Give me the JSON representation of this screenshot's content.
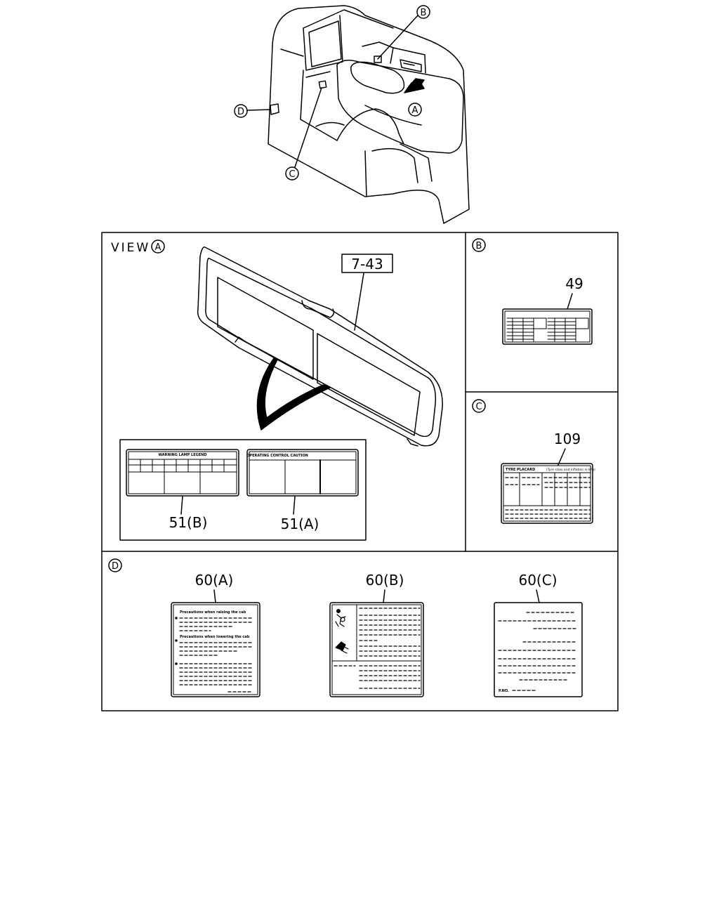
{
  "view_a": {
    "title": "VIEW",
    "circle": "A",
    "part_ref": "7-43",
    "label_51b": "51(B)",
    "label_51a": "51(A)",
    "label_51b_heading": "WARNING LAMP LEGEND",
    "label_51a_heading": "OPERATING CONTROL CAUTION"
  },
  "panel_b": {
    "circle": "B",
    "part": "49"
  },
  "panel_c": {
    "circle": "C",
    "part": "109",
    "heading": "TYRE PLACARD",
    "subheading": "(Tyre sizes and inflation in kPa)"
  },
  "panel_d": {
    "circle": "D",
    "label_60a": "60(A)",
    "label_60b": "60(B)",
    "label_60c": "60(C)",
    "text_60a_1": "Precautions when raising the cab",
    "text_60a_2": "Precautions when lowering the cab",
    "text_60c": "P.NO."
  },
  "overview": {
    "callout_a": "A",
    "callout_b": "B",
    "callout_c": "C",
    "callout_d": "D"
  }
}
